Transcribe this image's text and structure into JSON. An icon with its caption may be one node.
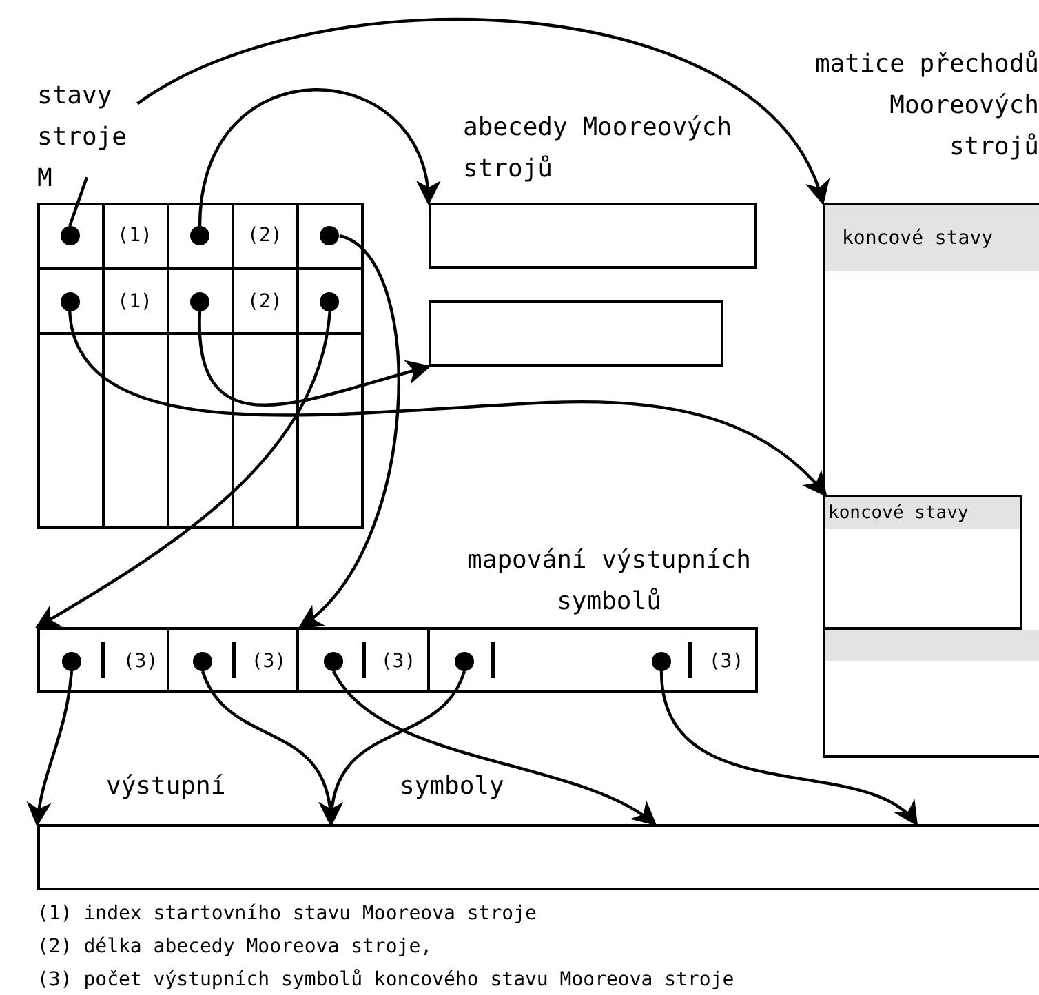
{
  "diagram": {
    "nodes": [
      {
        "text": [
          "stavy stroje M"
        ]
      },
      {
        "text": [],
        "shape": "box"
      },
      {
        "text": [],
        "shape": "circle",
        "in": 1
      },
      {
        "text": [
          "(1)"
        ],
        "in": 1
      },
      {
        "text": [],
        "shape": "circle",
        "in": 1
      },
      {
        "text": [
          "(2)"
        ],
        "in": 1
      },
      {
        "text": [],
        "shape": "circle",
        "in": 1
      },
      {
        "text": [],
        "shape": "circle",
        "in": 1
      },
      {
        "text": [
          "(1)"
        ],
        "in": 1
      },
      {
        "text": [],
        "shape": "circle",
        "in": 1
      },
      {
        "text": [
          "(2)"
        ],
        "in": 1
      },
      {
        "text": [],
        "shape": "circle",
        "in": 1
      },
      {
        "text": [],
        "shape": "bar"
      },
      {
        "text": [],
        "shape": "bar"
      },
      {
        "text": [
          "matice přechodů Mooreových strojů"
        ]
      },
      {
        "text": [
          "koncové stavy"
        ],
        "in": 14
      },
      {
        "text": [
          "koncové stavy"
        ],
        "in": 14
      },
      {
        "text": [],
        "shape": "bar",
        "in": 14
      },
      {
        "text": [
          "mapování výstupních symbolů"
        ]
      },
      {
        "text": [],
        "shape": "circle",
        "in": 18
      },
      {
        "text": [
          "(3)"
        ],
        "in": 18
      },
      {
        "text": [],
        "shape": "circle",
        "in": 18
      },
      {
        "text": [
          "(3)"
        ],
        "in": 18
      },
      {
        "text": [],
        "shape": "circle",
        "in": 18
      },
      {
        "text": [
          "(3)"
        ],
        "in": 18
      },
      {
        "text": [],
        "shape": "circle",
        "in": 18
      },
      {
        "text": [],
        "shape": "circle",
        "in": 18
      },
      {
        "text": [
          "(3)"
        ],
        "in": 18
      },
      {
        "text": [
          "výstupní",
          "symboly"
        ]
      }
    ],
    "edges": [
      {
        "from": 0,
        "to": 2,
        "arrow": "none"
      },
      {
        "from": 0,
        "to": 14,
        "arrow": "to"
      },
      {
        "from": 4,
        "to": 12,
        "arrow": "to"
      },
      {
        "from": 6,
        "to": 18,
        "arrow": "to"
      },
      {
        "from": 7,
        "to": 16,
        "arrow": "to"
      },
      {
        "from": 9,
        "to": 13,
        "arrow": "to"
      },
      {
        "from": 11,
        "to": 18,
        "arrow": "to"
      },
      {
        "from": 19,
        "to": 28,
        "arrow": "to"
      },
      {
        "from": 21,
        "to": 28,
        "arrow": "to"
      },
      {
        "from": 25,
        "to": 28,
        "arrow": "to"
      },
      {
        "from": 23,
        "to": 28,
        "arrow": "to"
      },
      {
        "from": 26,
        "to": 28,
        "arrow": "to"
      }
    ],
    "labels": [
      "abecedy Mooreových strojů",
      "(1) index startovního stavu Mooreova stroje",
      "(2) délka abecedy Mooreova stroje,",
      "(3) počet výstupních symbolů koncového stavu Mooreova stroje"
    ]
  }
}
